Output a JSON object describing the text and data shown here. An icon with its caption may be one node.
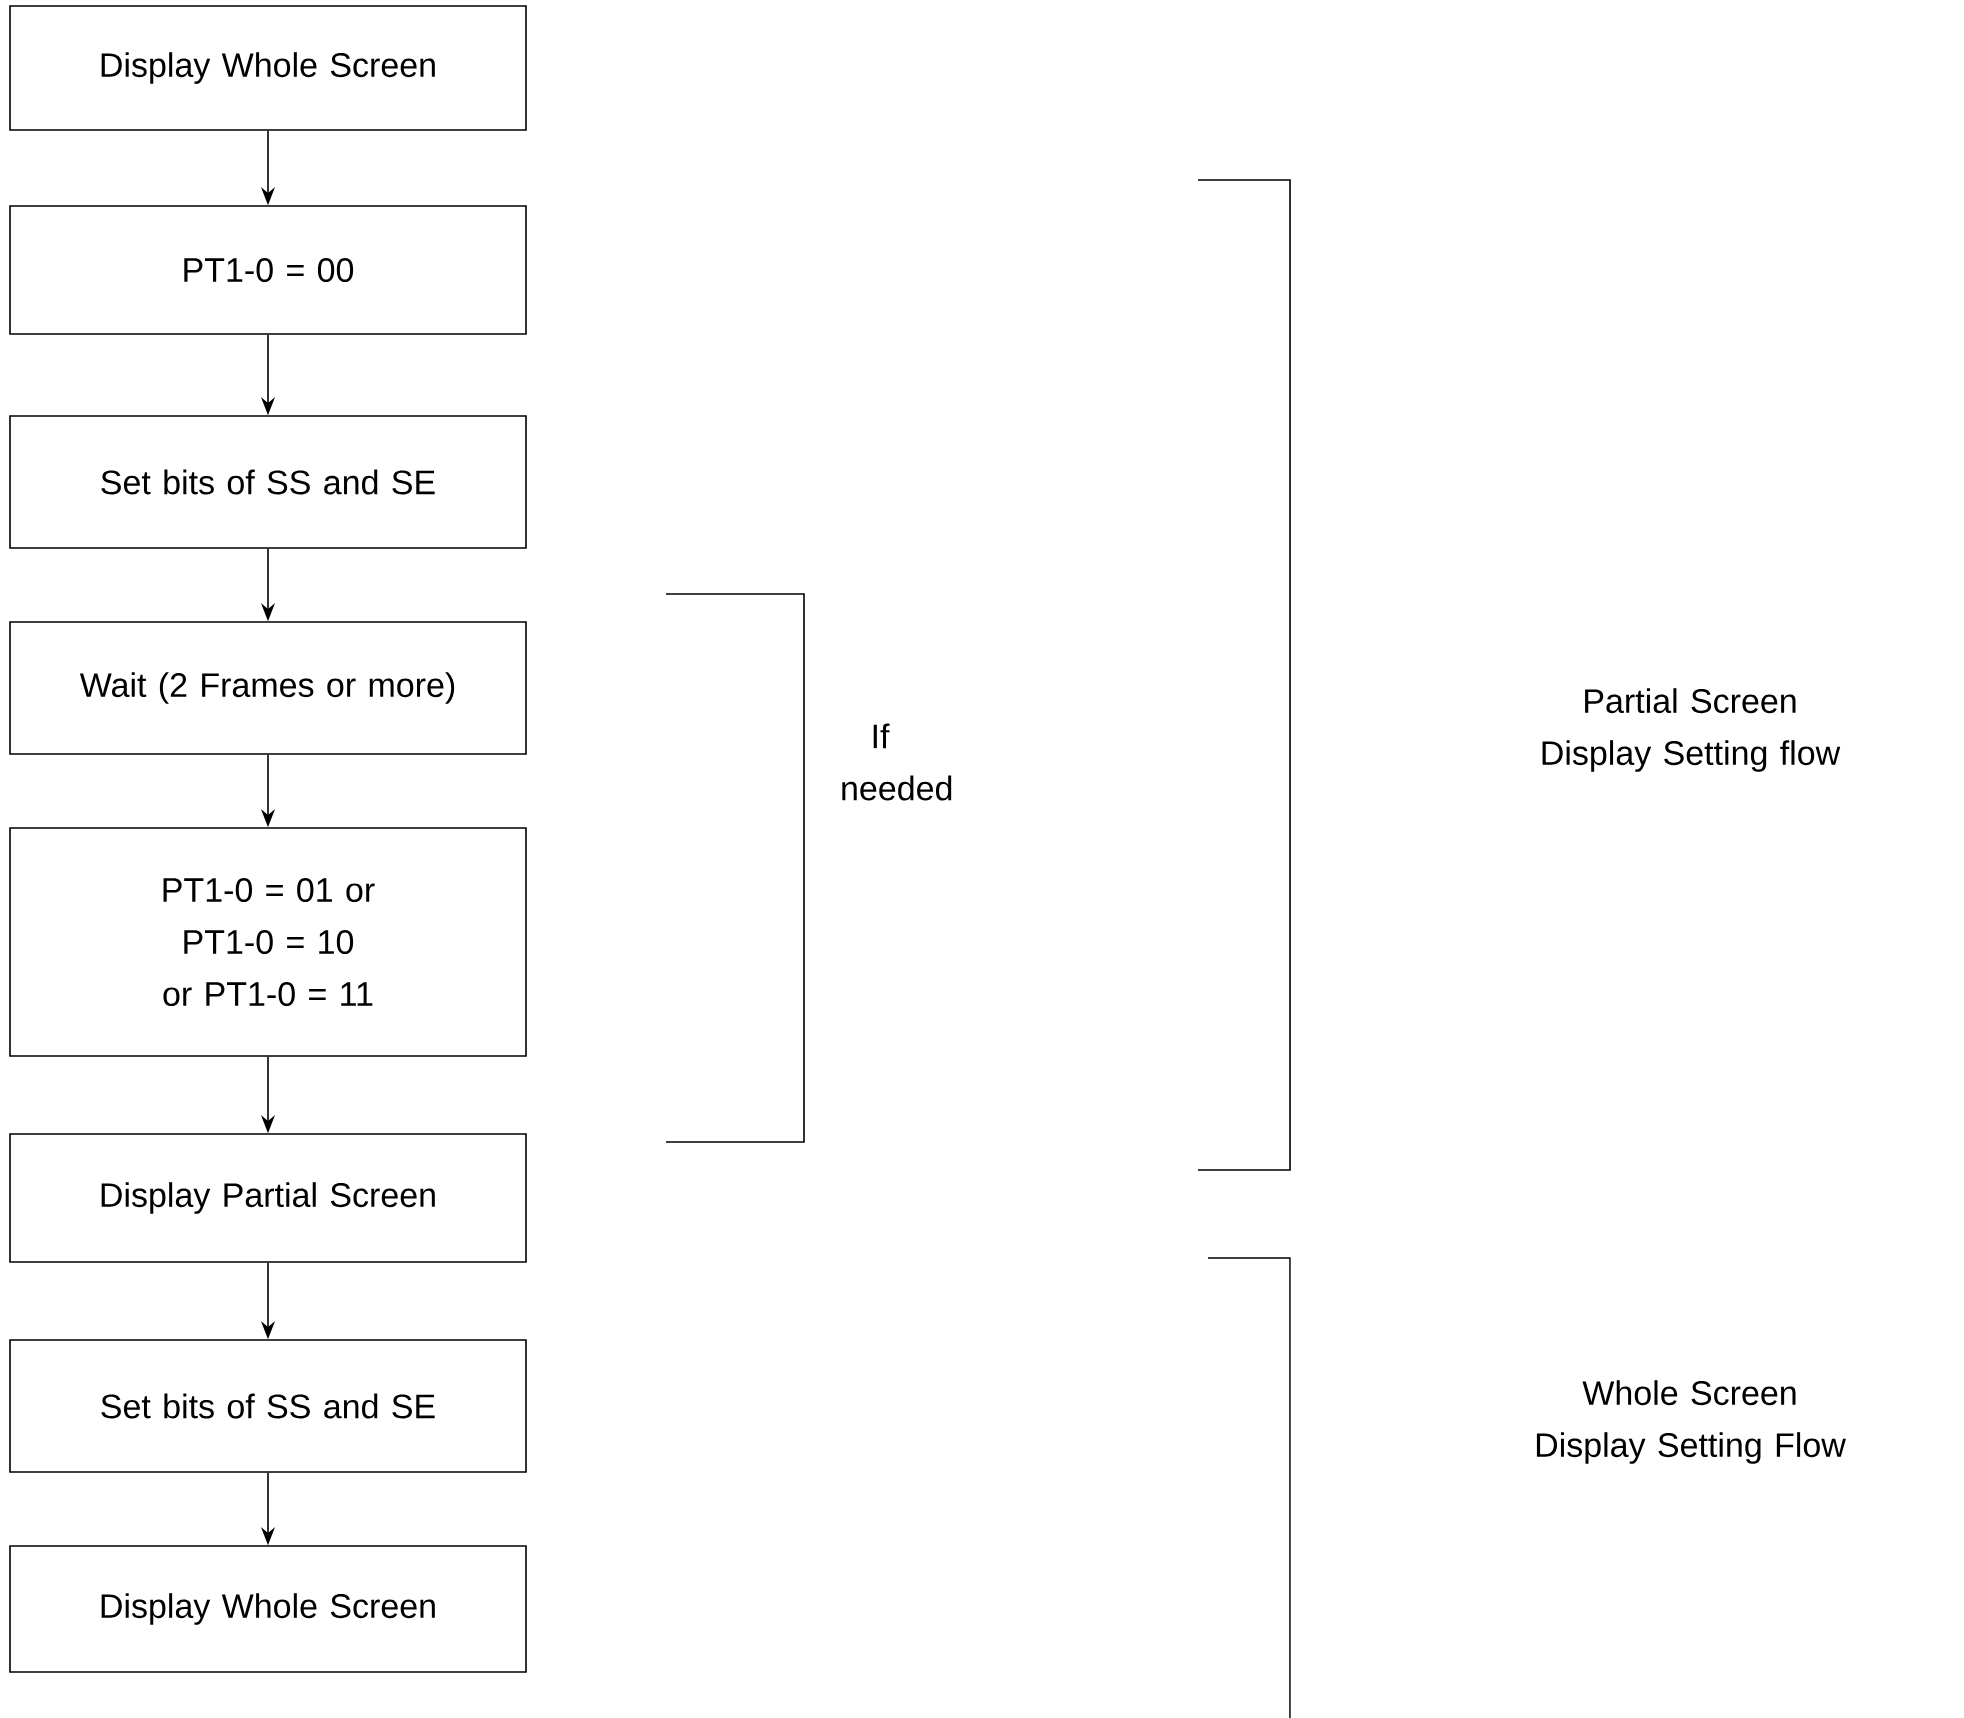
{
  "diagram": {
    "nodes": [
      {
        "text": [
          "Display Whole Screen"
        ]
      },
      {
        "text": [
          "PT1-0 = 00"
        ]
      },
      {
        "text": [
          "Set bits of SS and SE"
        ]
      },
      {
        "text": [
          "Wait (2 Frames or more)"
        ]
      },
      {
        "text": [
          "PT1-0 = 01 or PT1-0 = 10 or PT1-0 = 11"
        ]
      },
      {
        "text": [
          "Display Partial Screen"
        ]
      },
      {
        "text": [
          "Set bits of SS and SE"
        ]
      },
      {
        "text": [
          "Display Whole Screen"
        ]
      }
    ],
    "edges": [
      {
        "from": 0,
        "to": 1,
        "arrow": "to"
      },
      {
        "from": 1,
        "to": 2,
        "arrow": "to"
      },
      {
        "from": 2,
        "to": 3,
        "arrow": "to"
      },
      {
        "from": 3,
        "to": 4,
        "arrow": "to"
      },
      {
        "from": 4,
        "to": 5,
        "arrow": "to"
      },
      {
        "from": 5,
        "to": 6,
        "arrow": "to"
      },
      {
        "from": 6,
        "to": 7,
        "arrow": "to"
      }
    ],
    "labels": [
      "Partial Screen Display Setting flow",
      "If needed",
      "Whole Screen Display Setting Flow"
    ]
  }
}
